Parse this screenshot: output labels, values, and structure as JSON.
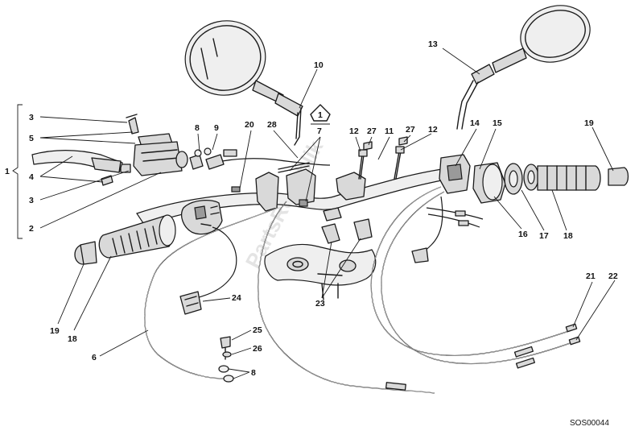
{
  "diagram": {
    "code": "SOS00044",
    "watermark": "PartsRepublik",
    "assembly_callout": "1",
    "group_callout": "1",
    "callouts": {
      "c2": "2",
      "c3a": "3",
      "c3b": "3",
      "c4": "4",
      "c5": "5",
      "c6": "6",
      "c7": "7",
      "c8a": "8",
      "c8b": "8",
      "c9": "9",
      "c10": "10",
      "c11": "11",
      "c12a": "12",
      "c12b": "12",
      "c13": "13",
      "c14": "14",
      "c15": "15",
      "c16": "16",
      "c17": "17",
      "c18a": "18",
      "c18b": "18",
      "c19a": "19",
      "c19b": "19",
      "c20": "20",
      "c21": "21",
      "c22": "22",
      "c23": "23",
      "c24": "24",
      "c25": "25",
      "c26": "26",
      "c27a": "27",
      "c27b": "27",
      "c28": "28"
    }
  }
}
